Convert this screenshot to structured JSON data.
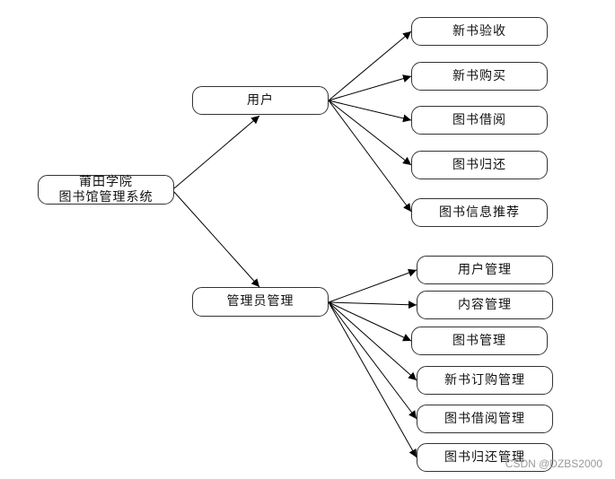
{
  "diagram": {
    "root": "莆田学院\n图书馆管理系统",
    "user_branch": {
      "label": "用户",
      "children": [
        "新书验收",
        "新书购买",
        "图书借阅",
        "图书归还",
        "图书信息推荐"
      ]
    },
    "admin_branch": {
      "label": "管理员管理",
      "children": [
        "用户管理",
        "内容管理",
        "图书管理",
        "新书订购管理",
        "图书借阅管理",
        "图书归还管理"
      ]
    },
    "line_color": "#000000"
  },
  "watermark": "CSDN @DZBS2000"
}
